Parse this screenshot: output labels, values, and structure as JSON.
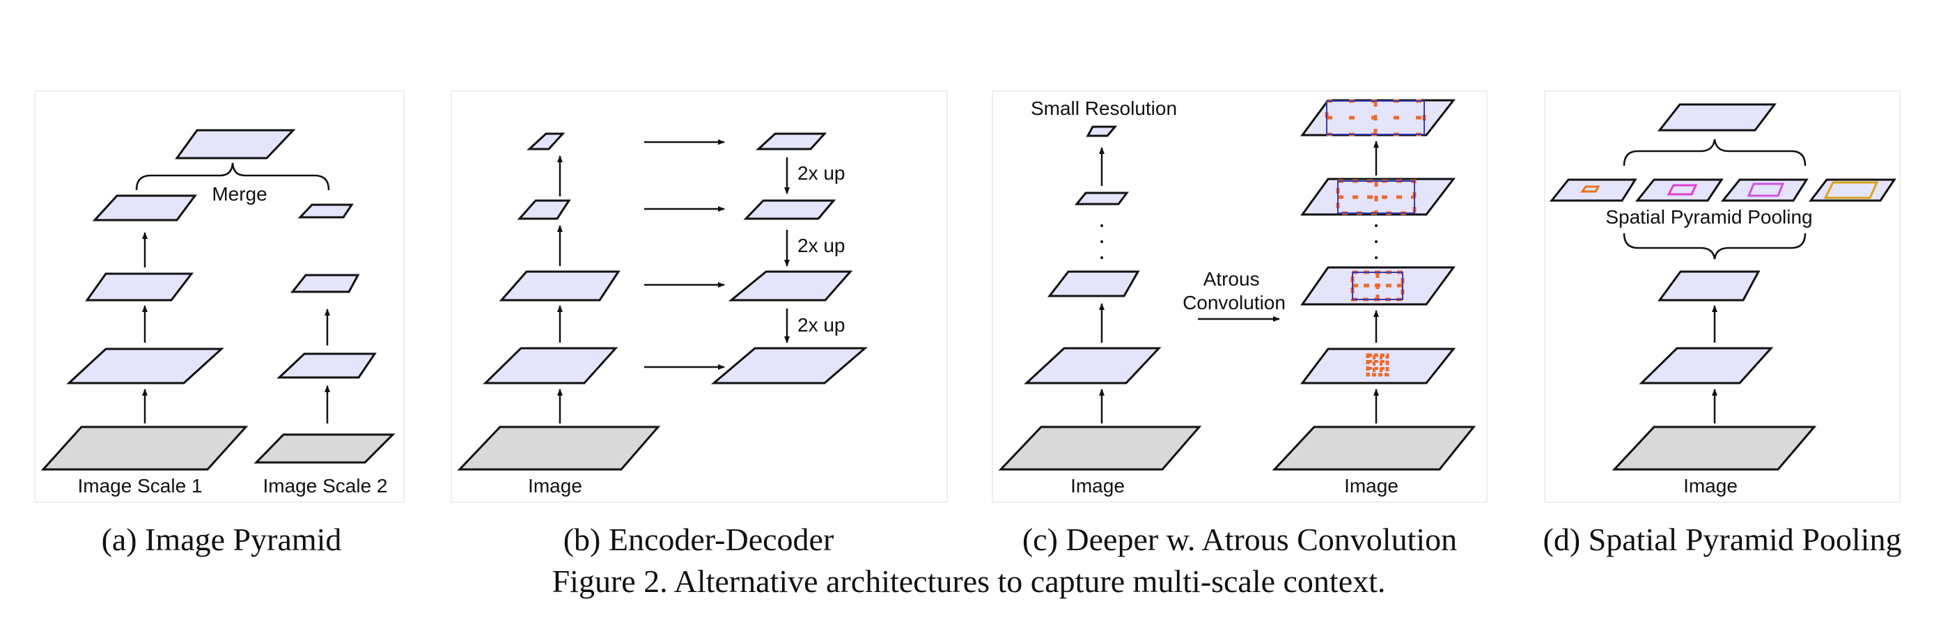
{
  "colors": {
    "feature_fill": "#e4e4fb",
    "image_fill": "#d9d9d9",
    "stroke": "#111111",
    "atrous": "#ee6a2c",
    "panel_border": "#eeeeee",
    "spp_orange": "#e8741a",
    "spp_magenta": "#e03fd2",
    "spp_violet": "#cc55e0",
    "spp_gold": "#d9a21b"
  },
  "panels": [
    {
      "id": "a",
      "caption": "(a) Image Pyramid",
      "labels": {
        "image_scale_1": "Image Scale 1",
        "image_scale_2": "Image Scale 2",
        "merge": "Merge"
      }
    },
    {
      "id": "b",
      "caption": "(b) Encoder-Decoder",
      "labels": {
        "image": "Image",
        "up_1": "2x up",
        "up_2": "2x up",
        "up_3": "2x up"
      }
    },
    {
      "id": "c",
      "caption": "(c) Deeper w. Atrous Convolution",
      "labels": {
        "small_resolution": "Small Resolution",
        "atrous_line1": "Atrous",
        "atrous_line2": "Convolution",
        "image_left": "Image",
        "image_right": "Image"
      }
    },
    {
      "id": "d",
      "caption": "(d) Spatial Pyramid Pooling",
      "labels": {
        "spp": "Spatial Pyramid Pooling",
        "image": "Image"
      }
    }
  ],
  "figure_caption": "Figure 2. Alternative architectures to capture multi-scale context."
}
